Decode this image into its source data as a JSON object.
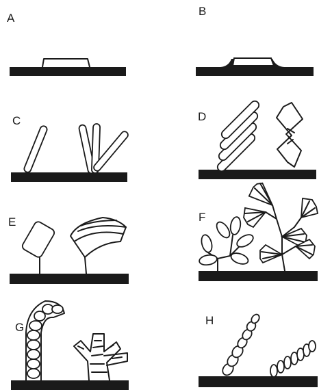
{
  "panels": [
    {
      "id": "a",
      "label": "A"
    },
    {
      "id": "b",
      "label": "B"
    },
    {
      "id": "c",
      "label": "C"
    },
    {
      "id": "d",
      "label": "D"
    },
    {
      "id": "e",
      "label": "E"
    },
    {
      "id": "f",
      "label": "F"
    },
    {
      "id": "g",
      "label": "G"
    },
    {
      "id": "h",
      "label": "H"
    }
  ]
}
